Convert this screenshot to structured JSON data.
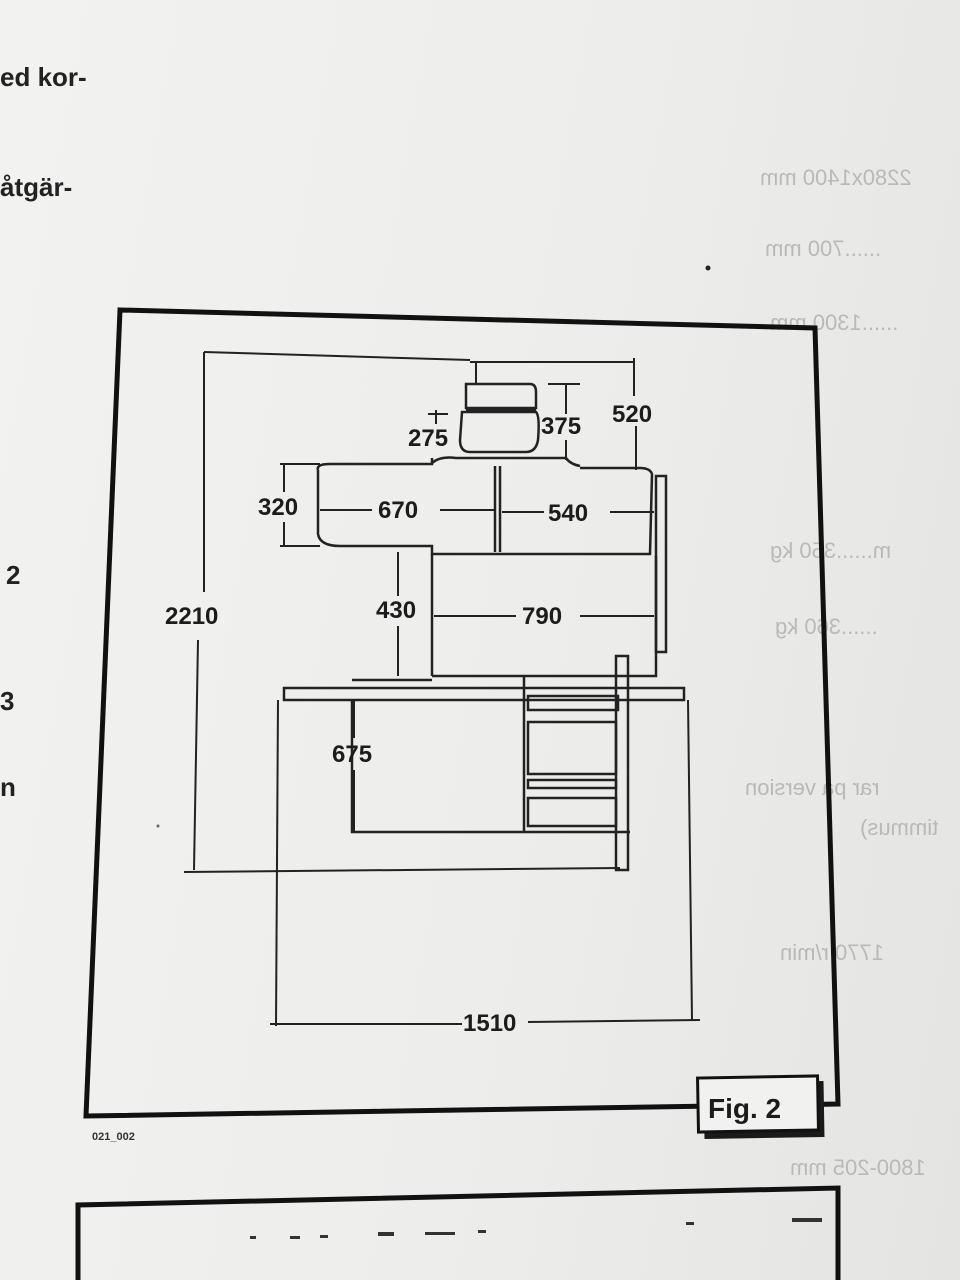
{
  "margin_text": {
    "line1": "ed kor-",
    "line2": "åtgär-",
    "n2": "2",
    "n3": "3",
    "n4": "n"
  },
  "bleed_text": {
    "l1": "2280x1400 mm",
    "l2": "......700 mm",
    "l3": "......1300 mm",
    "l4": "m......350 kg",
    "l5": "......360 kg",
    "l6": "rar på version",
    "l7": "timmus)",
    "l8": "1770 r/min",
    "l9": "1800-205 mm"
  },
  "dimensions": {
    "d520": "520",
    "d375": "375",
    "d275": "275",
    "d320": "320",
    "d670": "670",
    "d540": "540",
    "d2210": "2210",
    "d430": "430",
    "d790": "790",
    "d675": "675",
    "d1510": "1510"
  },
  "figure": {
    "label": "Fig. 2",
    "code": "021_002"
  }
}
